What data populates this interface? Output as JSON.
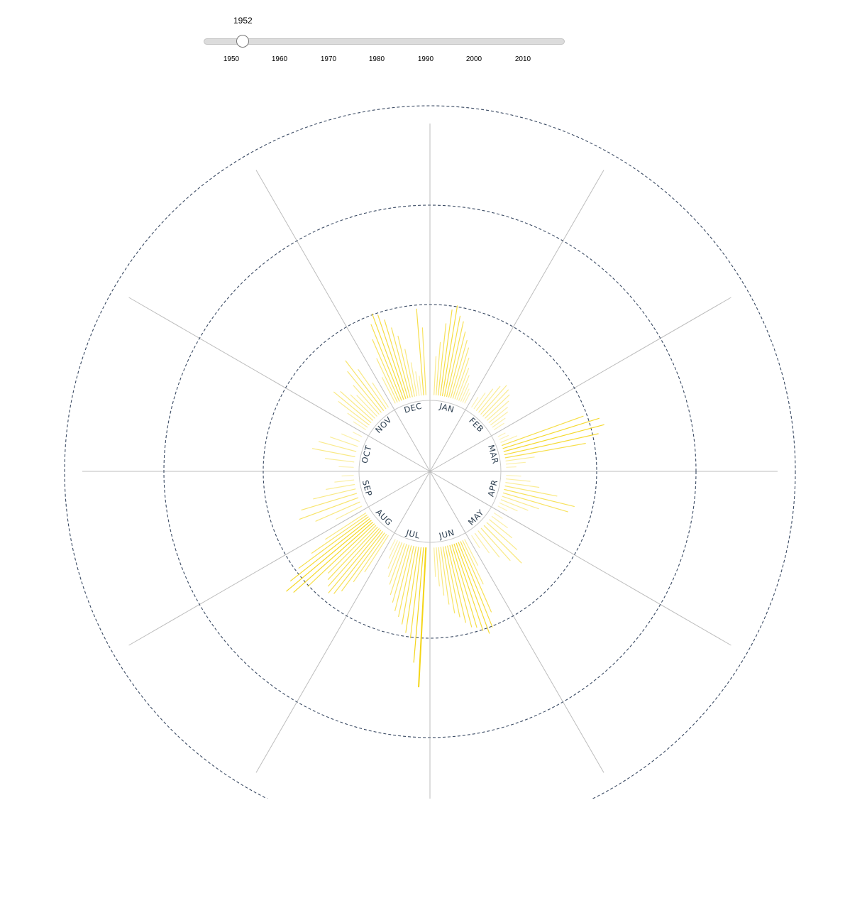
{
  "slider": {
    "current_year": "1952",
    "min_year": 1948,
    "max_year": 2018,
    "value": 1952,
    "ticks": [
      "1950",
      "1960",
      "1970",
      "1980",
      "1990",
      "2000",
      "2010"
    ]
  },
  "chart_data": {
    "type": "radial-bar",
    "title": "",
    "months": [
      "JAN",
      "FEB",
      "MAR",
      "APR",
      "MAY",
      "JUN",
      "JUL",
      "AUG",
      "SEP",
      "OCT",
      "NOV",
      "DEC"
    ],
    "rings": [
      1,
      2,
      3
    ],
    "grid": true,
    "bar_color": "#f4d516",
    "grid_color": "#bdbdbd",
    "ring_color": "#3a4a63",
    "label_color": "#2c3e50",
    "series": [
      {
        "month": "JAN",
        "values": [
          0.4,
          0.55,
          0.75,
          0.9,
          0.95,
          0.85,
          0.8,
          0.7,
          0.62,
          0.55,
          0.45,
          0.35,
          0.28,
          0.2,
          0.15,
          0.12
        ]
      },
      {
        "month": "FEB",
        "values": [
          0.12,
          0.2,
          0.28,
          0.35,
          0.4,
          0.38,
          0.35,
          0.3,
          0.25,
          0.22,
          0.16,
          0.12
        ]
      },
      {
        "month": "MAR",
        "values": [
          0.08,
          0.1,
          0.18,
          0.9,
          1.05,
          1.08,
          1.0,
          0.85,
          0.3,
          0.2,
          0.1
        ]
      },
      {
        "month": "APR",
        "values": [
          0.15,
          0.25,
          0.35,
          0.55,
          0.75,
          0.7,
          0.4,
          0.3,
          0.2,
          0.1
        ]
      },
      {
        "month": "MAY",
        "values": [
          0.1,
          0.2,
          0.3,
          0.42,
          0.55,
          0.45,
          0.35,
          0.25,
          0.15
        ]
      },
      {
        "month": "JUN",
        "values": [
          0.3,
          0.5,
          0.8,
          0.95,
          1.0,
          0.95,
          0.9,
          0.88,
          0.82,
          0.75,
          0.7,
          0.6,
          0.5,
          0.4,
          0.3
        ]
      },
      {
        "month": "JUL",
        "values": [
          1.45,
          1.2,
          0.95,
          0.9,
          0.82,
          0.75,
          0.7,
          0.62,
          0.55,
          0.45,
          0.38,
          0.3,
          0.2,
          0.12
        ]
      },
      {
        "month": "AUG",
        "values": [
          0.45,
          0.6,
          0.75,
          0.82,
          0.85,
          0.8,
          0.75,
          0.7,
          0.95,
          1.1,
          1.15,
          1.05,
          0.9,
          0.7,
          0.5
        ]
      },
      {
        "month": "SEP",
        "values": [
          0.3,
          0.5,
          0.65,
          0.6,
          0.45,
          0.3,
          0.2,
          0.12
        ]
      },
      {
        "month": "OCT",
        "values": [
          0.15,
          0.3,
          0.45,
          0.4,
          0.3,
          0.2,
          0.1
        ]
      },
      {
        "month": "NOV",
        "values": [
          0.15,
          0.25,
          0.4,
          0.5,
          0.45,
          0.35,
          0.3,
          0.4,
          0.55,
          0.65,
          0.5,
          0.3
        ]
      },
      {
        "month": "DEC",
        "values": [
          0.3,
          0.5,
          0.7,
          0.85,
          0.95,
          0.92,
          0.85,
          0.75,
          0.65,
          0.5,
          0.35,
          0.25,
          0.2,
          0.9,
          0.7
        ]
      }
    ]
  }
}
